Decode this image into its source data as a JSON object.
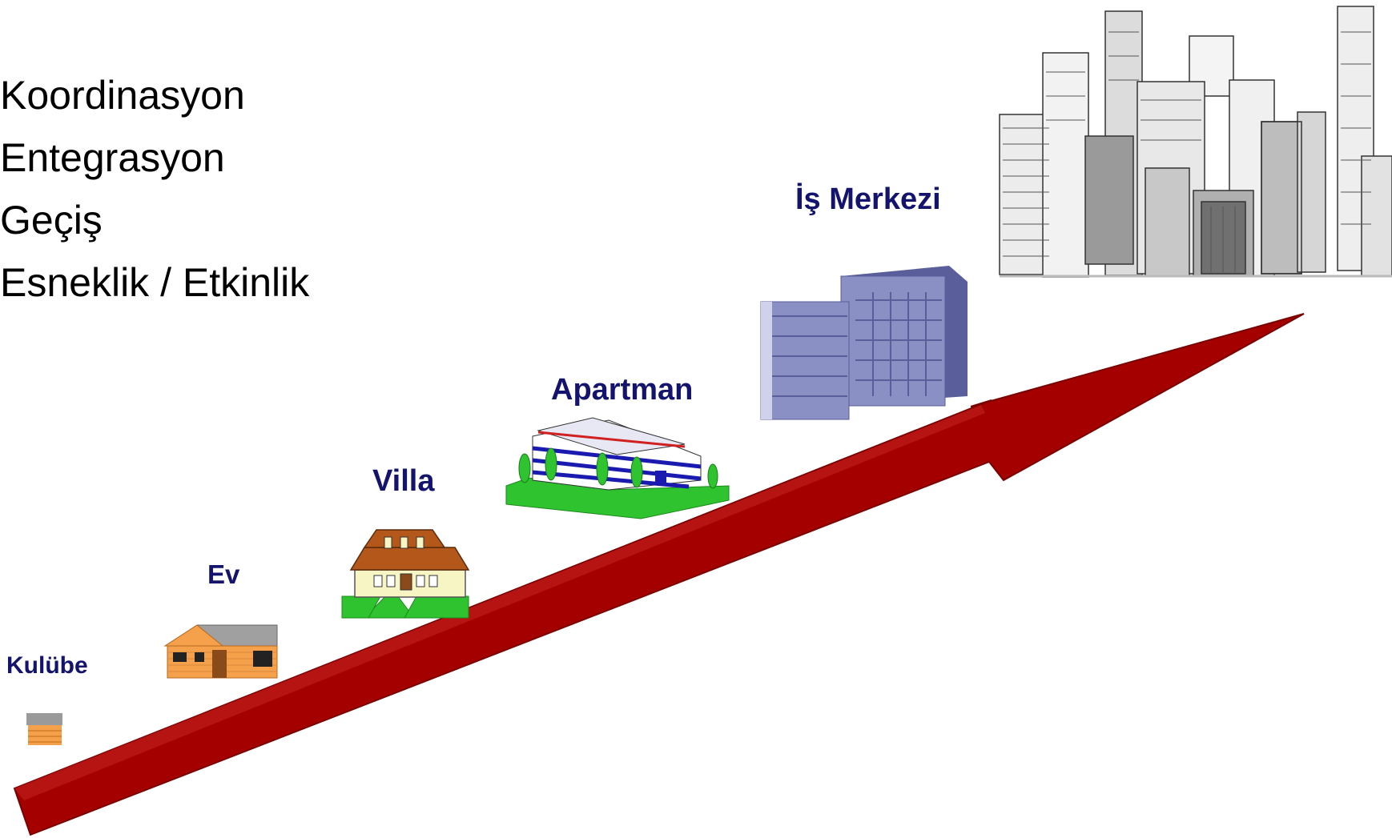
{
  "concepts": [
    "Koordinasyon",
    "Entegrasyon",
    "Geçiş",
    "Esneklik / Etkinlik"
  ],
  "stages": {
    "kulube": "Kulübe",
    "ev": "Ev",
    "villa": "Villa",
    "apartman": "Apartman",
    "is_merkezi": "İş Merkezi"
  },
  "colors": {
    "arrow": "#a50000",
    "label": "#14146e",
    "text": "#000000",
    "grass": "#2fc42f",
    "roof_brown": "#b3581a",
    "wall_orange": "#f5a04a",
    "office_blue": "#8a8fc4",
    "building_gray": "#9a9a9a"
  },
  "icons": {
    "kulube": "small-hut-icon",
    "ev": "house-icon",
    "villa": "villa-icon",
    "apartman": "apartment-building-icon",
    "is_merkezi": "office-building-icon",
    "city": "skyscraper-city-icon",
    "arrow": "growth-arrow-icon"
  }
}
